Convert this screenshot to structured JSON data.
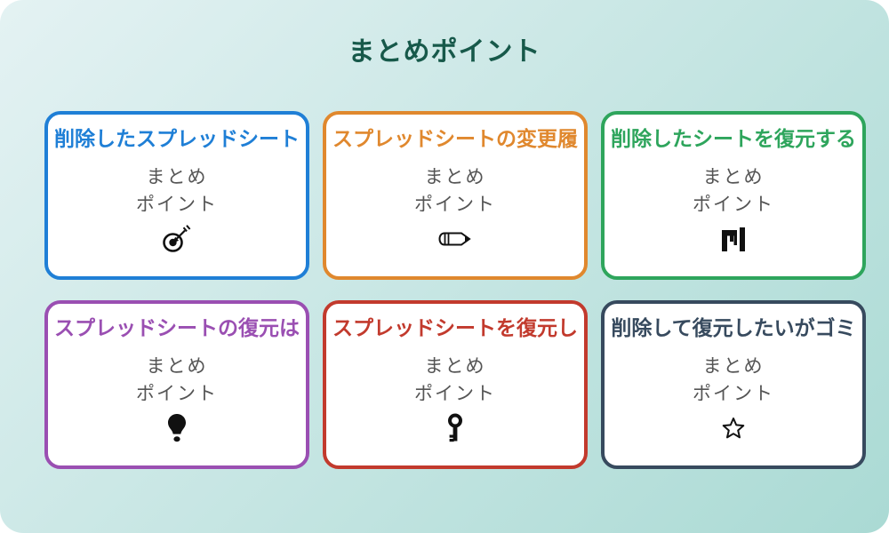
{
  "page": {
    "title": "まとめポイント",
    "title_color": "#17594a",
    "background_gradient_start": "#e4f2f3",
    "background_gradient_end": "#aadad4",
    "card_background": "#ffffff",
    "body_text_color": "#555555",
    "icon_color": "#111111"
  },
  "cards": [
    {
      "title": "削除したスプレッドシート",
      "color": "#1f7fd6",
      "body_lines": [
        "まとめ",
        "ポイント"
      ],
      "icon": "dart-target"
    },
    {
      "title": "スプレッドシートの変更履",
      "color": "#e0882e",
      "body_lines": [
        "まとめ",
        "ポイント"
      ],
      "icon": "pencil"
    },
    {
      "title": "削除したシートを復元する",
      "color": "#2ea55c",
      "body_lines": [
        "まとめ",
        "ポイント"
      ],
      "icon": "bar-chart"
    },
    {
      "title": "スプレッドシートの復元は",
      "color": "#9a4fb2",
      "body_lines": [
        "まとめ",
        "ポイント"
      ],
      "icon": "lightbulb"
    },
    {
      "title": "スプレッドシートを復元し",
      "color": "#c23a2d",
      "body_lines": [
        "まとめ",
        "ポイント"
      ],
      "icon": "key"
    },
    {
      "title": "削除して復元したいがゴミ",
      "color": "#374a5e",
      "body_lines": [
        "まとめ",
        "ポイント"
      ],
      "icon": "star"
    }
  ]
}
